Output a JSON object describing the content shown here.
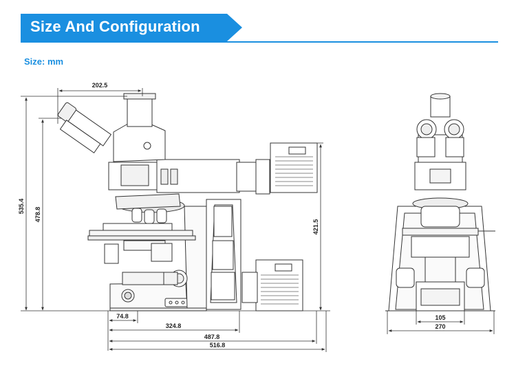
{
  "header": {
    "title": "Size And Configuration",
    "accent": "#1a8fe0"
  },
  "subtitle": "Size: mm",
  "dimensions": {
    "top_width": "202.5",
    "height_total": "535.4",
    "height_eyepiece": "478.8",
    "height_lamp": "421.5",
    "base_front": "74.8",
    "depth_324": "324.8",
    "depth_487": "487.8",
    "depth_total": "516.8",
    "front_width_inner": "105",
    "front_width_total": "270"
  }
}
